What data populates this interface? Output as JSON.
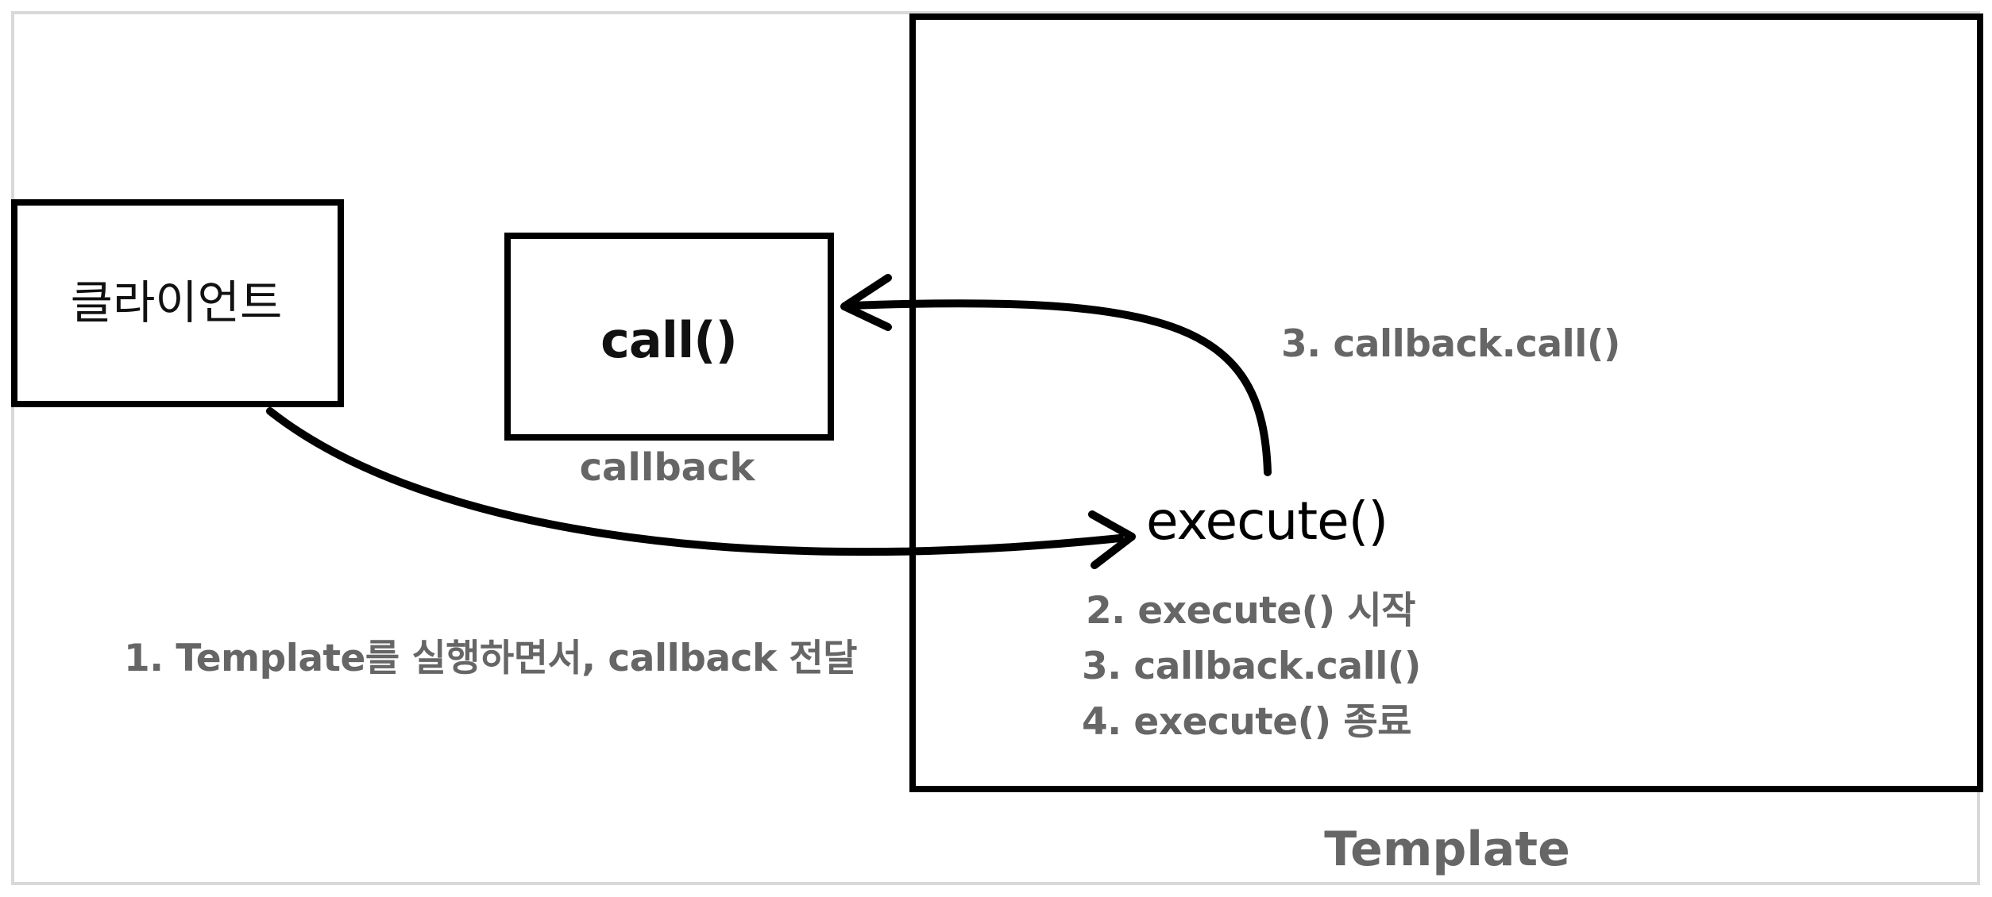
{
  "client": {
    "label": "클라이언트"
  },
  "callback_box": {
    "method_label": "call()",
    "caption": "callback"
  },
  "template_box": {
    "caption": "Template",
    "execute_label": "execute()",
    "arrow_label": "3. callback.call()",
    "steps": [
      "2. execute() 시작",
      "3. callback.call()",
      "4. execute() 종료"
    ]
  },
  "flow": {
    "step1_label": "1. Template를 실행하면서, callback 전달"
  },
  "colors": {
    "stroke": "#000000",
    "label_gray": "#666666",
    "frame": "#d9d9d9"
  }
}
